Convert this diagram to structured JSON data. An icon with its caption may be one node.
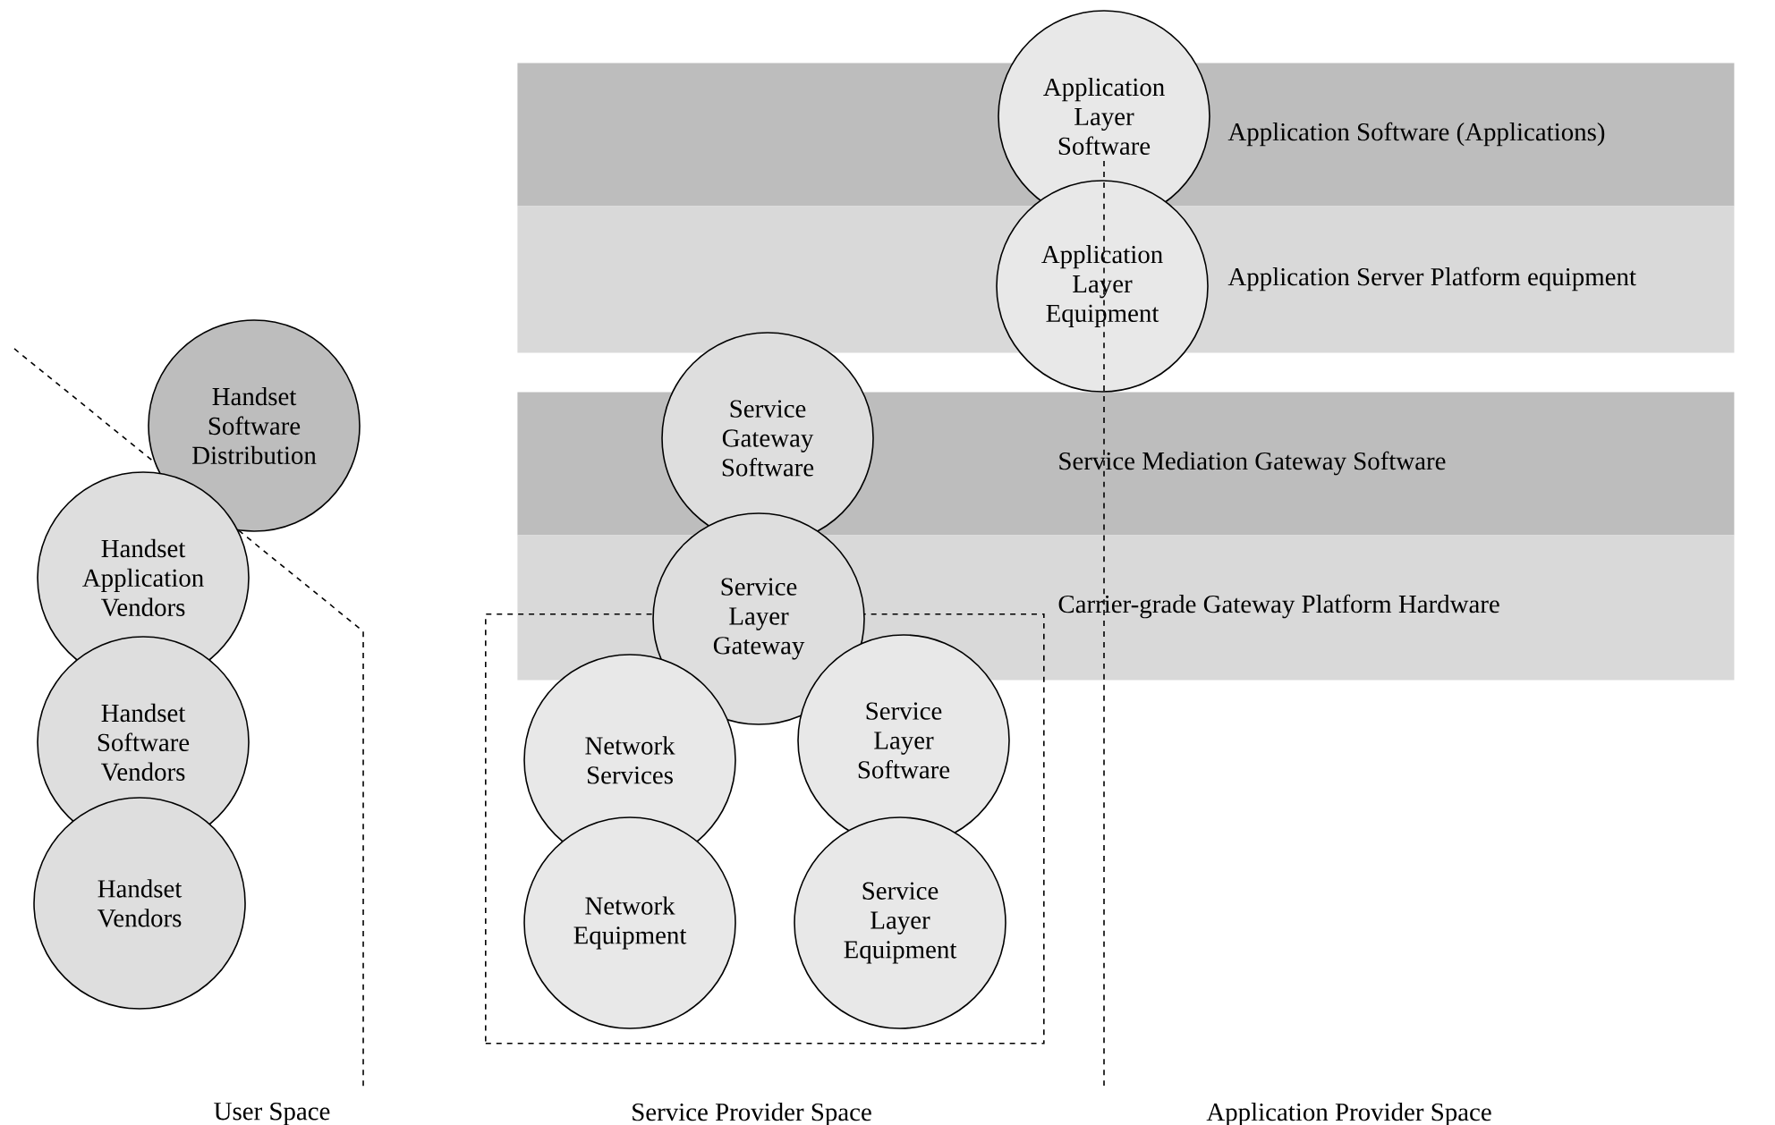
{
  "diagram": {
    "nodes": [
      {
        "text": [
          "Application Software (Applications)"
        ]
      },
      {
        "text": [
          "Application Server Platform equipment"
        ]
      },
      {
        "text": [
          "Service Mediation Gateway Software"
        ]
      },
      {
        "text": [
          "Carrier-grade Gateway Platform Hardware"
        ]
      },
      {
        "text": [],
        "shape": "box"
      },
      {
        "text": [
          "Handset Software Distribution"
        ]
      },
      {
        "text": [
          "Handset Application Vendors"
        ]
      },
      {
        "text": [
          "Handset Software Vendors"
        ]
      },
      {
        "text": [
          "Handset Vendors"
        ]
      },
      {
        "text": [
          "Application Layer Software"
        ]
      },
      {
        "text": [
          "Application Layer Equipment"
        ]
      },
      {
        "text": [
          "Service Gateway Software"
        ]
      },
      {
        "text": [
          "Service Layer Gateway"
        ]
      },
      {
        "text": [
          "Network Services"
        ],
        "in": 4
      },
      {
        "text": [
          "Service Layer Software"
        ],
        "in": 4
      },
      {
        "text": [
          "Network Equipment"
        ],
        "in": 4
      },
      {
        "text": [
          "Service Layer Equipment"
        ],
        "in": 4
      }
    ],
    "edges": [],
    "labels": [
      "User Space",
      "Service Provider Space",
      "Application Provider Space"
    ]
  }
}
